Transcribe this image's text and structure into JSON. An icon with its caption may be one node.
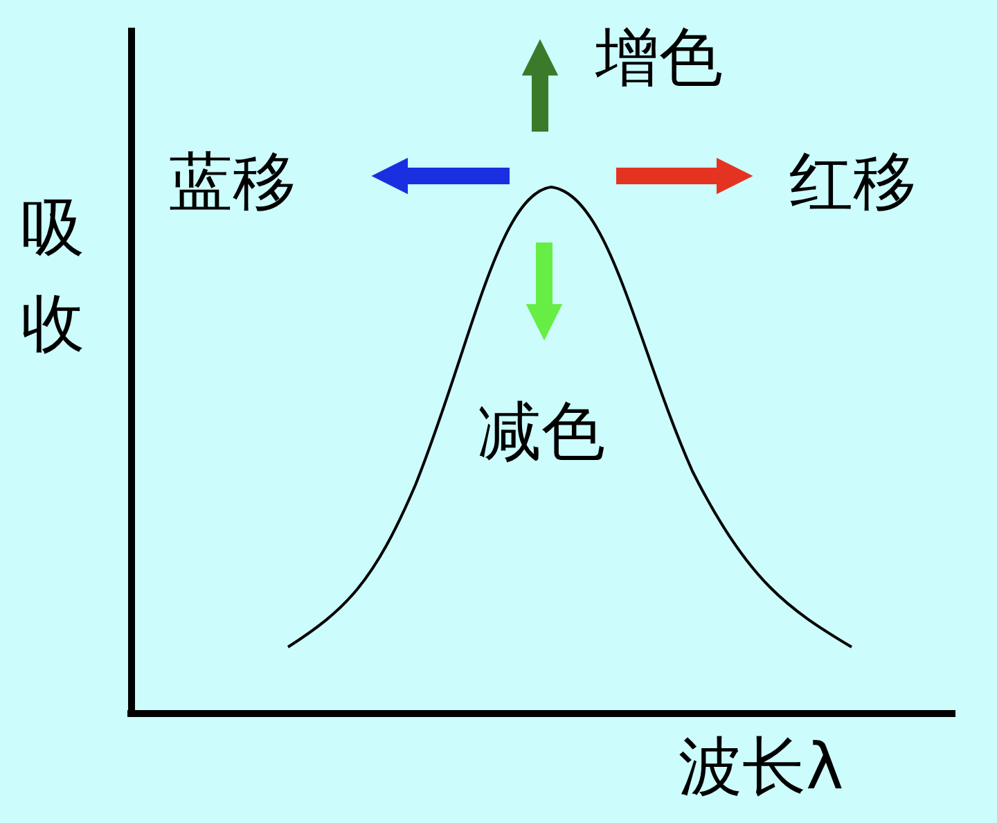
{
  "diagram": {
    "labels": [
      "增色",
      "蓝移",
      "红移",
      "吸收",
      "减色",
      "波长λ"
    ]
  }
}
